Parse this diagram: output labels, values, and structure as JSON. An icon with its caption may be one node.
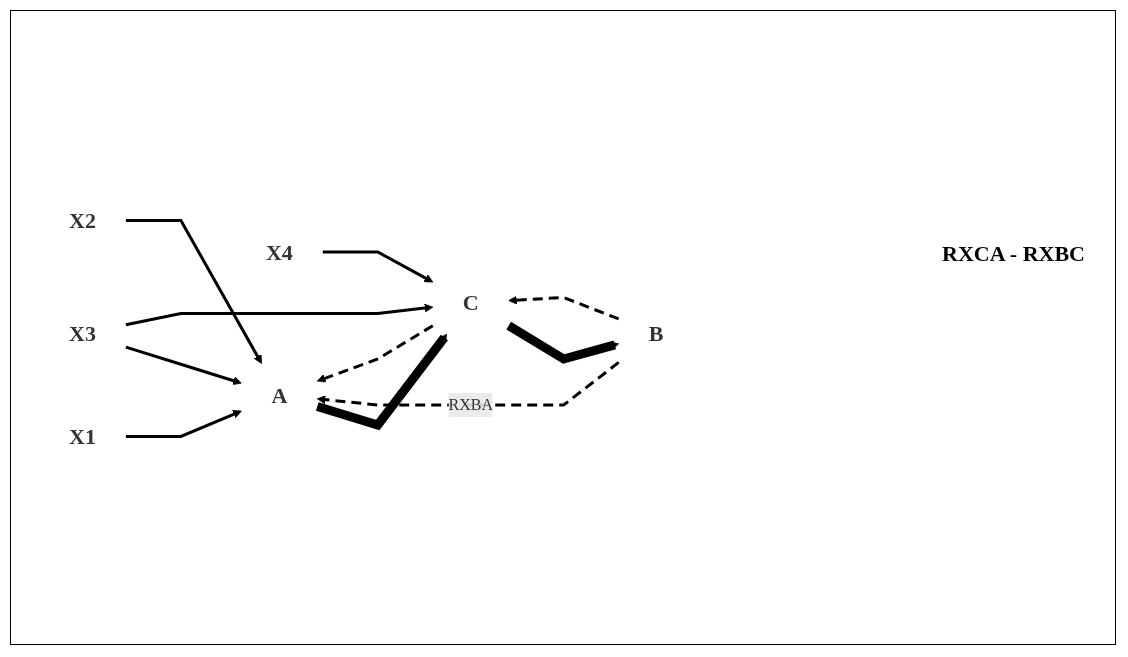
{
  "diagram": {
    "nodes": [
      {
        "text": [
          "X1"
        ]
      },
      {
        "text": [
          "X2"
        ]
      },
      {
        "text": [
          "X3"
        ]
      },
      {
        "text": [
          "X4"
        ]
      },
      {
        "text": [
          "A"
        ]
      },
      {
        "text": [
          "C"
        ]
      },
      {
        "text": [
          "B"
        ]
      }
    ],
    "edges": [
      {
        "from": 0,
        "to": 4,
        "arrow": "to"
      },
      {
        "from": 1,
        "to": 4,
        "arrow": "to"
      },
      {
        "from": 2,
        "to": 4,
        "arrow": "to"
      },
      {
        "from": 2,
        "to": 5,
        "arrow": "to"
      },
      {
        "from": 3,
        "to": 5,
        "arrow": "to"
      },
      {
        "from": 4,
        "to": 5,
        "arrow": "to",
        "style": "thick"
      },
      {
        "from": 5,
        "to": 6,
        "arrow": "to",
        "style": "thick"
      },
      {
        "from": 6,
        "to": 4,
        "arrow": "to",
        "style": "dashed",
        "label": "RXBA"
      },
      {
        "from": 6,
        "to": 5,
        "arrow": "to",
        "style": "dashed"
      },
      {
        "from": 5,
        "to": 4,
        "arrow": "to",
        "style": "dashed"
      }
    ],
    "labels": [
      "RXCA - RXBC"
    ]
  }
}
